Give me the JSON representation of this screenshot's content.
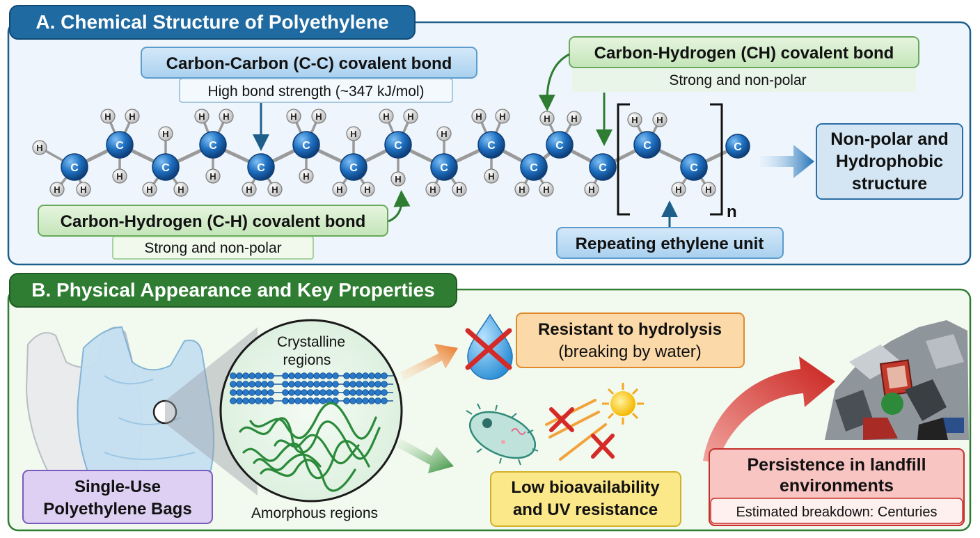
{
  "panel_a": {
    "title": "A. Chemical Structure of Polyethylene",
    "cc_bond": {
      "title": "Carbon-Carbon (C-C) covalent bond",
      "subtitle": "High bond strength (~347 kJ/mol)"
    },
    "ch_bond_top": {
      "title": "Carbon-Hydrogen (CH) covalent bond",
      "subtitle": "Strong and non-polar"
    },
    "ch_bond_bottom": {
      "title": "Carbon-Hydrogen (C-H) covalent bond",
      "subtitle": "Strong and non-polar"
    },
    "repeat_unit": {
      "title": "Repeating ethylene unit",
      "subscript": "n"
    },
    "result": {
      "line1": "Non-polar and",
      "line2": "Hydrophobic",
      "line3": "structure"
    },
    "atom_c": "C",
    "atom_h": "H"
  },
  "panel_b": {
    "title": "B. Physical Appearance and Key Properties",
    "bags_label": {
      "line1": "Single-Use",
      "line2": "Polyethylene Bags"
    },
    "crystalline": {
      "line1": "Crystalline",
      "line2": "regions"
    },
    "amorphous": "Amorphous regions",
    "hydrolysis": {
      "line1": "Resistant to hydrolysis",
      "line2": "(breaking by water)"
    },
    "bioavailability": {
      "line1": "Low bioavailability",
      "line2": "and UV resistance"
    },
    "landfill": {
      "line1": "Persistence in landfill",
      "line2": "environments",
      "note": "Estimated breakdown: Centuries"
    }
  },
  "colors": {
    "panel_a_border": "#1d5f8a",
    "panel_a_bg": "#eef5fc",
    "panel_b_border": "#2f7d32",
    "panel_b_bg": "#f2f9ee",
    "carbon": "#1e6fc0",
    "hydrogen": "#e6e6e6",
    "hydrolysis_box": "#fcd9a8",
    "bio_box": "#fbe889",
    "landfill_box": "#f8c5c3",
    "bags_box": "#ddd0f2"
  }
}
